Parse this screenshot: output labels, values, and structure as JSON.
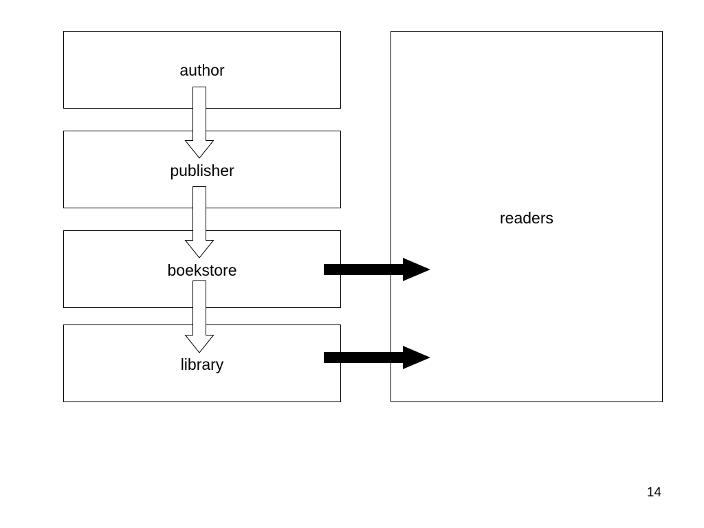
{
  "diagram": {
    "nodes": [
      {
        "id": "author",
        "label": "author"
      },
      {
        "id": "publisher",
        "label": "publisher"
      },
      {
        "id": "boekstore",
        "label": "boekstore"
      },
      {
        "id": "library",
        "label": "library"
      },
      {
        "id": "readers",
        "label": "readers"
      }
    ],
    "edges": [
      {
        "from": "author",
        "to": "publisher",
        "style": "hollow-arrow"
      },
      {
        "from": "publisher",
        "to": "boekstore",
        "style": "hollow-arrow"
      },
      {
        "from": "boekstore",
        "to": "library",
        "style": "hollow-arrow"
      },
      {
        "from": "boekstore",
        "to": "readers",
        "style": "solid-arrow"
      },
      {
        "from": "library",
        "to": "readers",
        "style": "solid-arrow"
      }
    ],
    "colors": {
      "stroke": "#000000",
      "fill": "#ffffff",
      "solid_arrow": "#000000"
    }
  },
  "page": {
    "number": "14"
  }
}
